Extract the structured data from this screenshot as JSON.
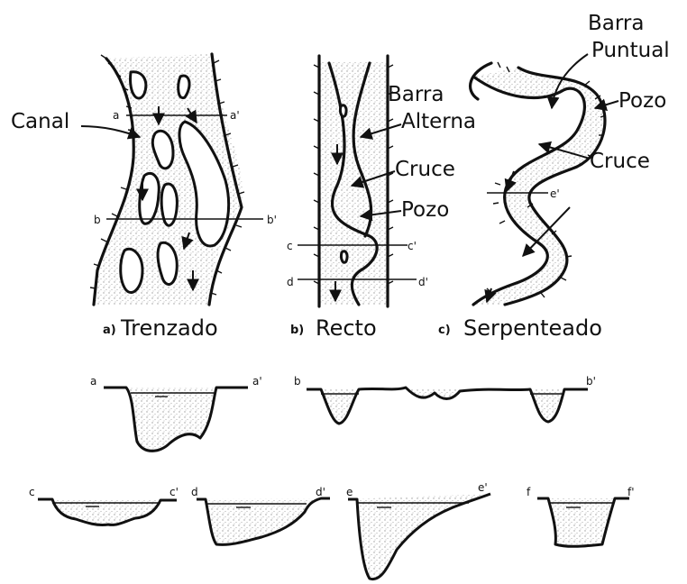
{
  "plan_labels": {
    "canal": "Canal",
    "barra_alterna_1": "Barra",
    "barra_alterna_2": "Alterna",
    "cruce_b": "Cruce",
    "pozo_b": "Pozo",
    "barra_puntual_1": "Barra",
    "barra_puntual_2": "Puntual",
    "pozo_c": "Pozo",
    "cruce_c": "Cruce"
  },
  "captions": {
    "a_letter": "a)",
    "a_text": "Trenzado",
    "b_letter": "b)",
    "b_text": "Recto",
    "c_letter": "c)",
    "c_text": "Serpenteado"
  },
  "section_marks": {
    "a": "a",
    "a_prime": "a'",
    "b": "b",
    "b_prime": "b'",
    "c": "c",
    "c_prime": "c'",
    "d": "d",
    "d_prime": "d'",
    "e": "e",
    "e_prime": "e'",
    "f": "f",
    "f_prime": "f'"
  },
  "colors": {
    "ink": "#111111",
    "background": "#ffffff",
    "stipple": "#9a9a9a"
  }
}
